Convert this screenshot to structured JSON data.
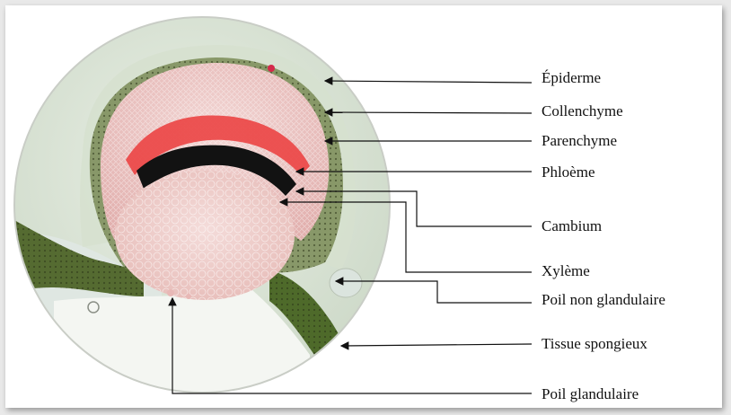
{
  "figure": {
    "labels": {
      "epiderme": "Épiderme",
      "collenchyme": "Collenchyme",
      "parenchyme": "Parenchyme",
      "phloeme": "Phloème",
      "cambium": "Cambium",
      "xyleme": "Xylème",
      "poil_non_glandulaire": "Poil non glandulaire",
      "tissue_spongieux": "Tissue spongieux",
      "poil_glandulaire": "Poil glandulaire"
    }
  }
}
